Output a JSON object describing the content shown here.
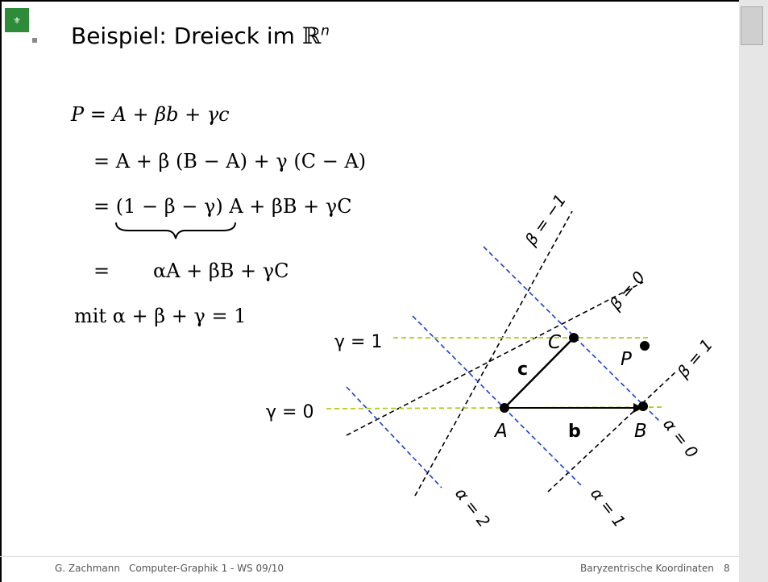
{
  "header": {
    "title": "Beispiel: Dreieck im ",
    "title_symbol": "ℝ",
    "title_sup": "n"
  },
  "equations": {
    "line1": "P = A + βb + γc",
    "line2": "= A + β (B − A) + γ (C − A)",
    "line3": "= (1 − β − γ) A + βB + γC",
    "line4_eq": "=",
    "line4_rhs": "αA + βB + γC",
    "line5": "mit α + β + γ = 1"
  },
  "diagram": {
    "points": {
      "A": "A",
      "B": "B",
      "C": "C",
      "P": "P"
    },
    "vectors": {
      "b": "b",
      "c": "c"
    },
    "beta_labels": [
      "β = −1",
      "β = 0",
      "β = 1"
    ],
    "alpha_labels": [
      "α = 2",
      "α = 1",
      "α = 0"
    ],
    "gamma_labels": [
      "γ = 1",
      "γ = 0"
    ]
  },
  "footer": {
    "author": "G. Zachmann",
    "course": "Computer-Graphik 1 - WS 09/10",
    "section": "Baryzentrische Koordinaten",
    "page": "8"
  },
  "colors": {
    "beta_lines": "#000000",
    "alpha_lines": "#1a3fd1",
    "gamma_lines": "#b4cc1a",
    "logo_green": "#2e8b3a",
    "sidebar": "#e6e6e6"
  }
}
